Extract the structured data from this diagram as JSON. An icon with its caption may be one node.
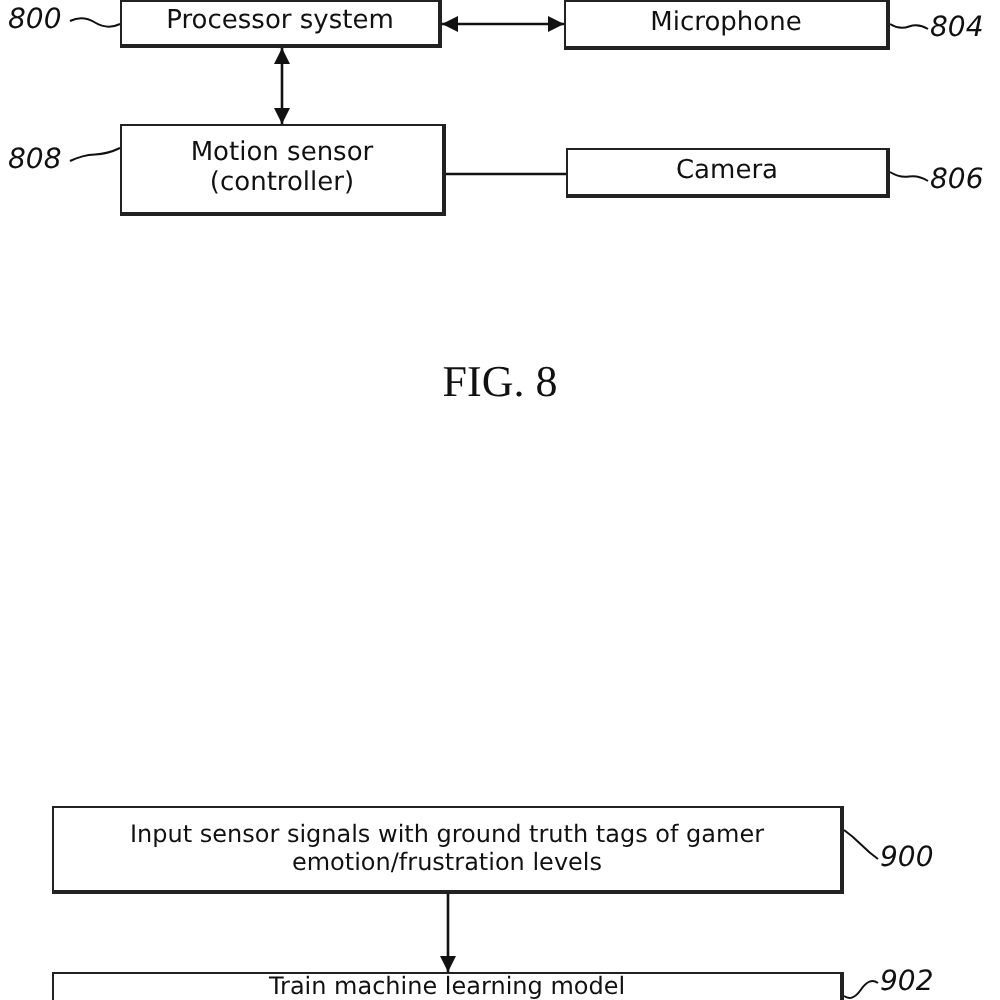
{
  "diagram": {
    "nodes": [
      {
        "text": [
          "Processor system"
        ]
      },
      {
        "text": [
          "Microphone"
        ]
      },
      {
        "text": [
          "Motion sensor (controller)"
        ]
      },
      {
        "text": [
          "Camera"
        ]
      },
      {
        "text": [
          "Input sensor signals with ground truth tags of gamer emotion/frustration levels"
        ]
      },
      {
        "text": [
          "Train machine learning model"
        ]
      },
      {
        "text": [
          "800"
        ]
      },
      {
        "text": [
          "804"
        ]
      },
      {
        "text": [
          "808"
        ]
      },
      {
        "text": [
          "806"
        ]
      },
      {
        "text": [
          "900"
        ]
      },
      {
        "text": [
          "902"
        ]
      }
    ],
    "edges": [
      {
        "from": 0,
        "to": 1,
        "arrow": "both"
      },
      {
        "from": 0,
        "to": 2,
        "arrow": "both"
      },
      {
        "from": 2,
        "to": 3,
        "arrow": "none"
      },
      {
        "from": 4,
        "to": 5,
        "arrow": "to"
      },
      {
        "from": 6,
        "to": 0,
        "arrow": "none"
      },
      {
        "from": 7,
        "to": 1,
        "arrow": "none"
      },
      {
        "from": 8,
        "to": 2,
        "arrow": "none"
      },
      {
        "from": 9,
        "to": 3,
        "arrow": "none"
      },
      {
        "from": 10,
        "to": 4,
        "arrow": "none"
      },
      {
        "from": 11,
        "to": 5,
        "arrow": "none"
      }
    ],
    "labels": [
      "FIG. 8"
    ]
  }
}
